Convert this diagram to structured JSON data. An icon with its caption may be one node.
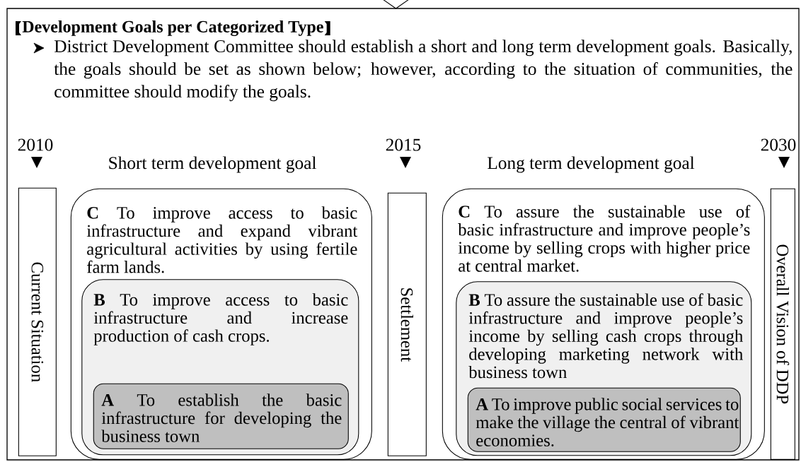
{
  "diagram": {
    "nodes": [
      {
        "text": [
          "Development Goals per Categorized Type",
          "District Development Committee should establish a short and long term development goals. Basically, the goals should be set as shown below; however, according to the situation of communities, the committee should modify the goals."
        ]
      },
      {
        "text": [
          "Current Situation"
        ],
        "in": 0
      },
      {
        "text": [
          "Short term development goal",
          "**C** To improve access to basic infrastructure and expand vibrant agricultural activities by using fertile farm lands."
        ],
        "in": 0
      },
      {
        "text": [
          "**B** To improve access to basic infrastructure and increase production of cash crops."
        ],
        "in": 2
      },
      {
        "text": [
          "**A** To establish the basic infrastructure for developing the business town"
        ],
        "in": 3
      },
      {
        "text": [
          "Settlement"
        ],
        "in": 0
      },
      {
        "text": [
          "Long term development goal",
          "**C** To assure the sustainable use of basic infrastructure and improve people’s income by selling crops with higher price at central market."
        ],
        "in": 0
      },
      {
        "text": [
          "**B** To assure the sustainable use of basic infrastructure and improve people’s income by selling cash crops through developing marketing network with business town"
        ],
        "in": 6
      },
      {
        "text": [
          "**A** To improve public social services to make the village the central of vibrant economies."
        ],
        "in": 7
      },
      {
        "text": [
          "Overall Vision of DDP"
        ],
        "in": 0
      }
    ],
    "labels": [
      "2010",
      "2015",
      "2030"
    ]
  }
}
